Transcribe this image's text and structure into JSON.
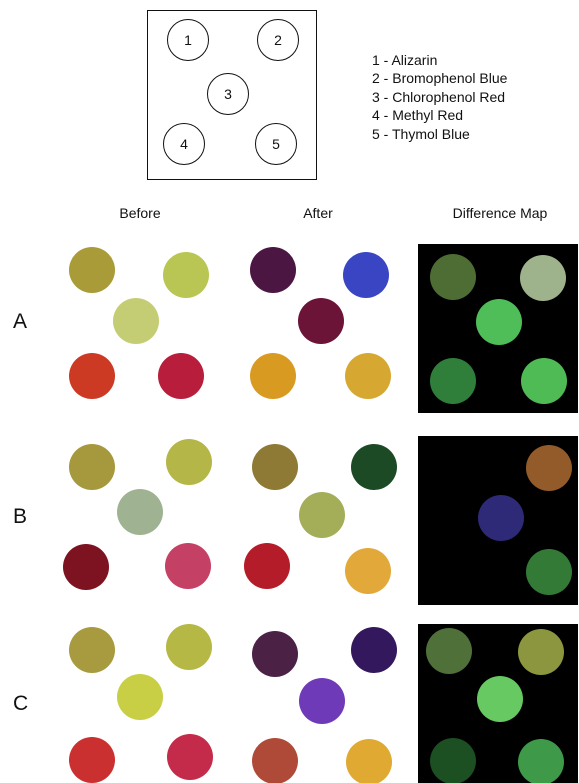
{
  "key": {
    "numbers": [
      "1",
      "2",
      "3",
      "4",
      "5"
    ],
    "legend": [
      "1 - Alizarin",
      "2 - Bromophenol Blue",
      "3 - Chlorophenol Red",
      "4 - Methyl Red",
      "5 - Thymol Blue"
    ]
  },
  "columns": [
    "Before",
    "After",
    "Difference Map"
  ],
  "rows": [
    {
      "label": "A",
      "before": [
        "#a89b38",
        "#b9c653",
        "#c4cd74",
        "#cc3a24",
        "#b81e3c"
      ],
      "after": [
        "#4b1742",
        "#3a45c4",
        "#6b1438",
        "#d99a22",
        "#d6a832"
      ],
      "diff": [
        "#4e6d35",
        "#9eb28b",
        "#4fbe58",
        "#2f7f3a",
        "#4fbb55"
      ]
    },
    {
      "label": "B",
      "before": [
        "#a6983c",
        "#b4b747",
        "#9fb392",
        "#7d1220",
        "#c44064"
      ],
      "after": [
        "#8e7a35",
        "#1c4a24",
        "#a4ad58",
        "#b41c2a",
        "#e2a93a"
      ],
      "diff": [
        "#000000",
        "#935a2a",
        "#2e2a78",
        "#000000",
        "#337a36"
      ]
    },
    {
      "label": "C",
      "before": [
        "#a89a3e",
        "#b6b845",
        "#c8cf45",
        "#cb3030",
        "#c42a4a"
      ],
      "after": [
        "#4b2246",
        "#33185e",
        "#6e3ab8",
        "#b04a38",
        "#e0a932"
      ],
      "diff": [
        "#4f7039",
        "#8c963e",
        "#67c961",
        "#1c4f22",
        "#3e9a48"
      ]
    }
  ]
}
